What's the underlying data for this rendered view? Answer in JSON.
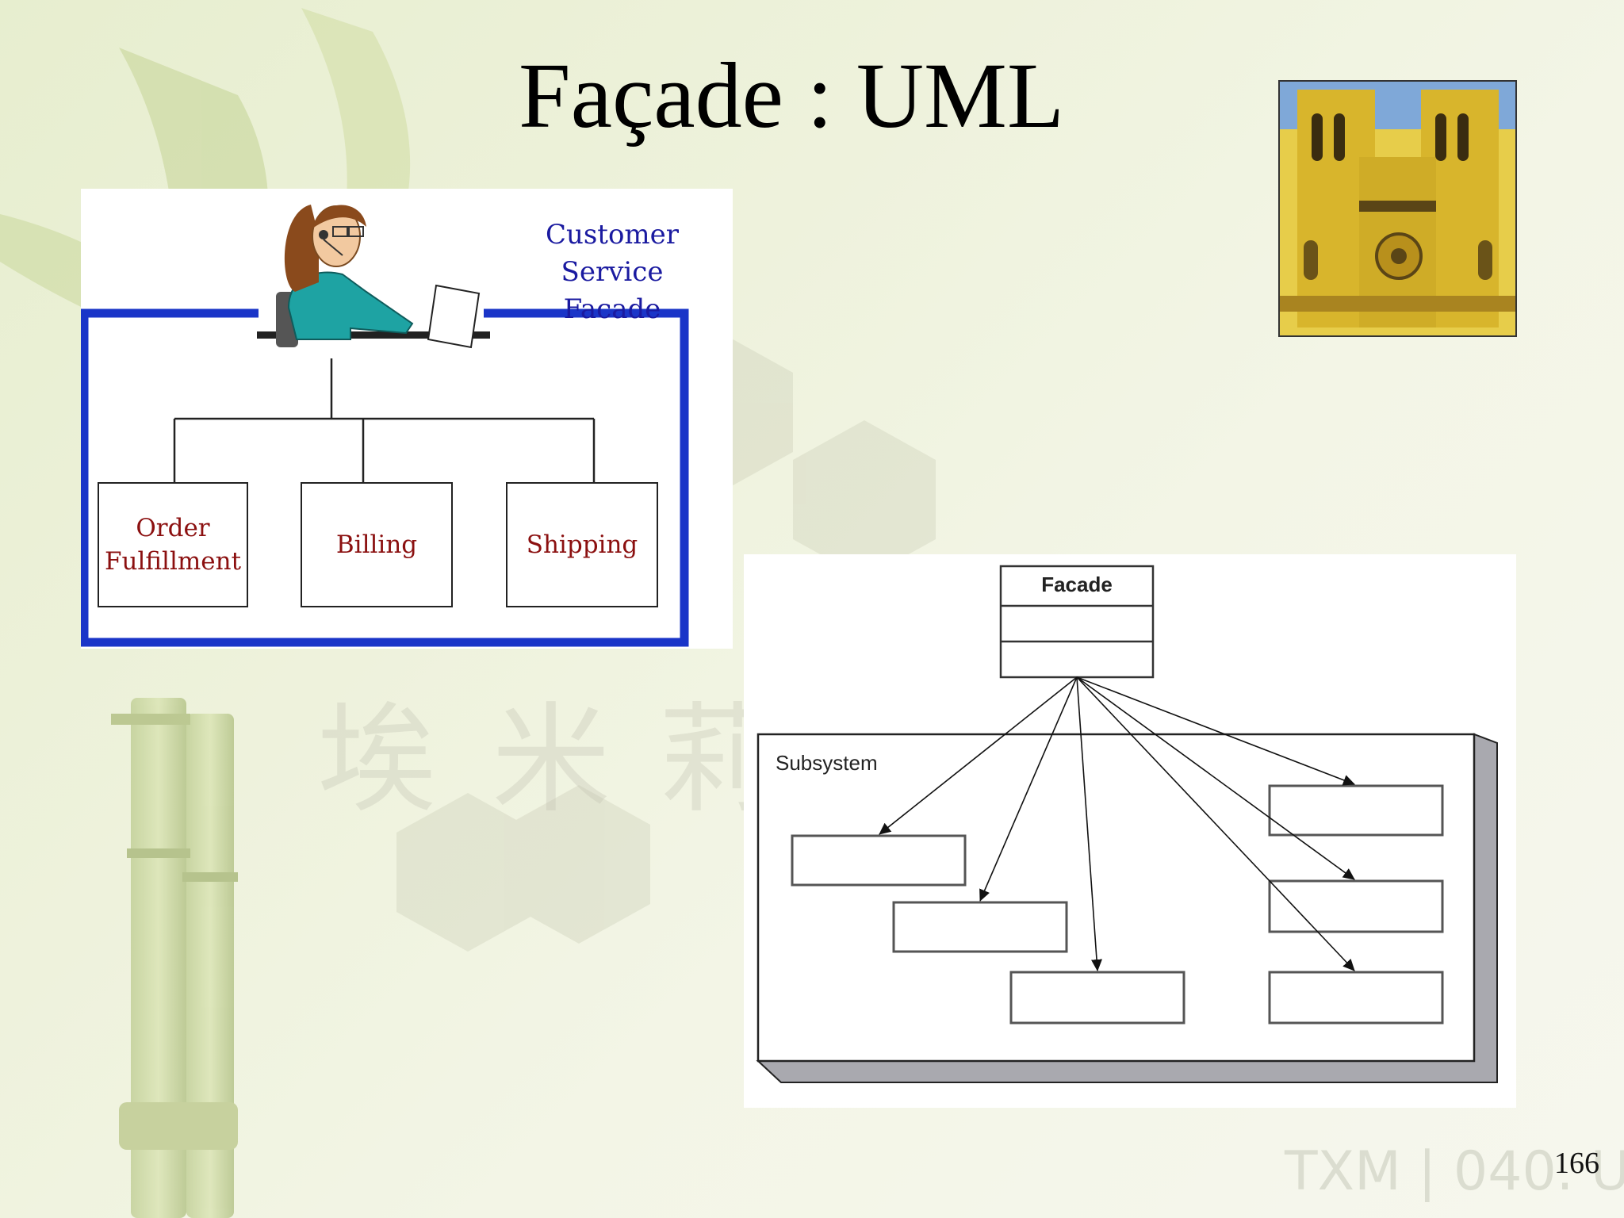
{
  "slide": {
    "title": "Façade : UML",
    "page_number": "166",
    "watermark": "TXM | 040. U"
  },
  "left_diagram": {
    "facade_label_line1": "Customer Service",
    "facade_label_line2": "Facade",
    "subsystems": [
      {
        "line1": "Order",
        "line2": "Fulfillment"
      },
      {
        "line1": "Billing",
        "line2": ""
      },
      {
        "line1": "Shipping",
        "line2": ""
      }
    ],
    "colors": {
      "frame": "#1a35c8",
      "facade_text": "#1a1aa0",
      "subsystem_text": "#8b1010"
    }
  },
  "right_diagram": {
    "facade_class": "Facade",
    "package_label": "Subsystem"
  },
  "decorations": {
    "photo_icon": "cathedral-photo",
    "background_icon": "bamboo-background",
    "clerk_icon": "customer-service-clerk-icon"
  }
}
